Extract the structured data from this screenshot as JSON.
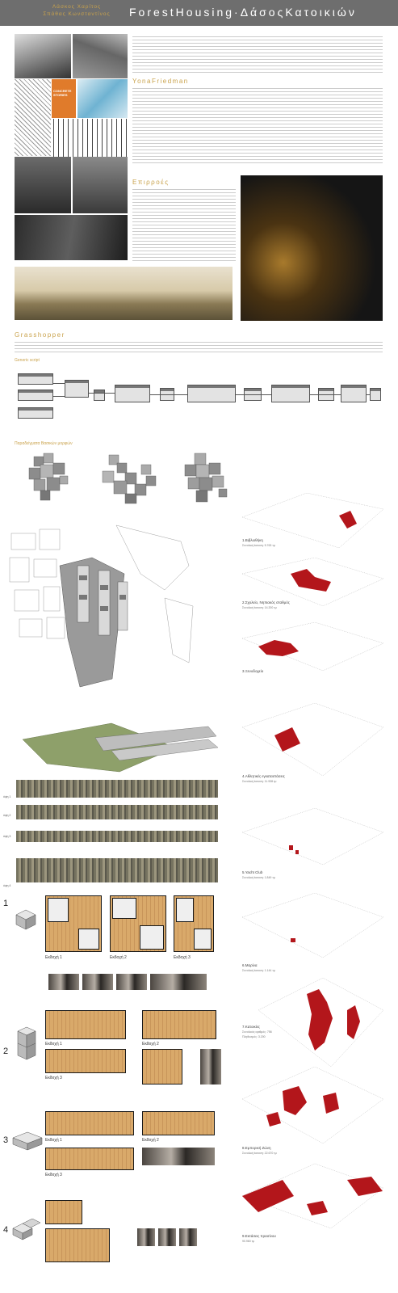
{
  "header": {
    "authors": [
      "Λάσκος Χαρίτος",
      "Σπάθας Κωνσταντίνος"
    ],
    "title": "ForestHousing·ΔάσοςΚατοικιών"
  },
  "sections": {
    "yona": "YonaFriedman",
    "epirroes": "Επιρροές",
    "grasshopper": "Grasshopper",
    "generic_script": "Generic script",
    "paradeigmata": "Παραδείγματα Βασικών μορφών"
  },
  "photo_caption": "CONCRETE STORIES",
  "program": [
    {
      "label": "1.Βιβλιοθήκη",
      "sub": "Συνολική έκταση: 5.763 τμ"
    },
    {
      "label": "2.Σχολείο, Νηπιακός σταθμός",
      "sub": "Συνολική έκταση: 14.200 τμ"
    },
    {
      "label": "3.Ξενοδοχείο",
      "sub": ""
    },
    {
      "label": "4.Αθλητικές εγκαταστάσεις",
      "sub": "Συνολική έκταση: 11.938 τμ"
    },
    {
      "label": "5.Yacht Club",
      "sub": "Συνολική έκταση: 1.849 τμ"
    },
    {
      "label": "6.Μαρίνα",
      "sub": "Συνολική έκταση: 1.144 τμ"
    },
    {
      "label": "7.Κατοικίες",
      "sub": "Συνολικός αριθμός: 756"
    },
    {
      "label": "8.Εμπορική Ζώνη",
      "sub": "Συνολική έκταση: 22.670 τμ"
    },
    {
      "label": "9.Εκτάσεις πρασίνου",
      "sub": "90.960 τμ"
    }
  ],
  "program_extra": "Πληθυσμός: 3.200",
  "elevations": [
    "όψη 1",
    "όψη 2",
    "όψη 3",
    "όψη 4"
  ],
  "units": [
    {
      "num": "1",
      "versions": [
        "Εκδοχή 1",
        "Εκδοχή 2",
        "Εκδοχή 3"
      ]
    },
    {
      "num": "2",
      "versions": [
        "Εκδοχή 1",
        "Εκδοχή 2",
        "Εκδοχή 3"
      ]
    },
    {
      "num": "3",
      "versions": [
        "Εκδοχή 1",
        "Εκδοχή 2",
        "Εκδοχή 3"
      ]
    },
    {
      "num": "4",
      "versions": []
    }
  ],
  "site_numbers": [
    "1",
    "2",
    "3",
    "4",
    "5",
    "6",
    "7",
    "8",
    "9"
  ],
  "colors": {
    "accent": "#c9a24b",
    "highlight": "#b3161b",
    "header": "#6e6e6e"
  }
}
